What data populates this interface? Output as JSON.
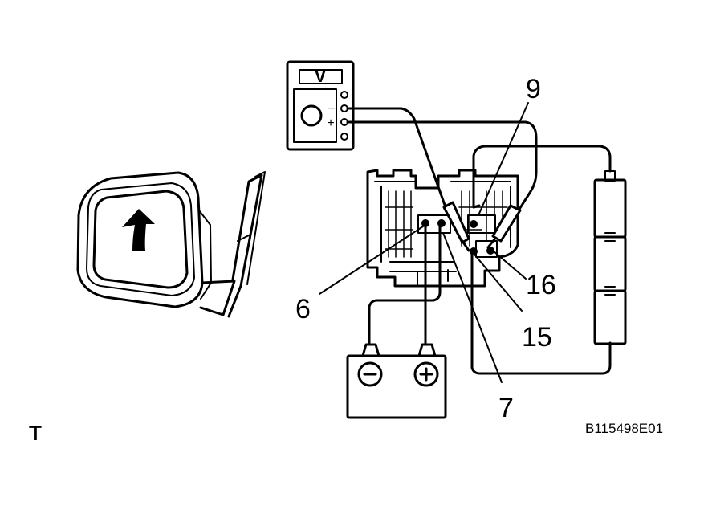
{
  "meter": {
    "label": "V",
    "minus": "−",
    "plus": "+"
  },
  "battery": {
    "minus": "−",
    "plus": "+"
  },
  "pins": {
    "p6": "6",
    "p7": "7",
    "p9": "9",
    "p15": "15",
    "p16": "16"
  },
  "corner_mark": "T",
  "figure_code": "B115498E01"
}
